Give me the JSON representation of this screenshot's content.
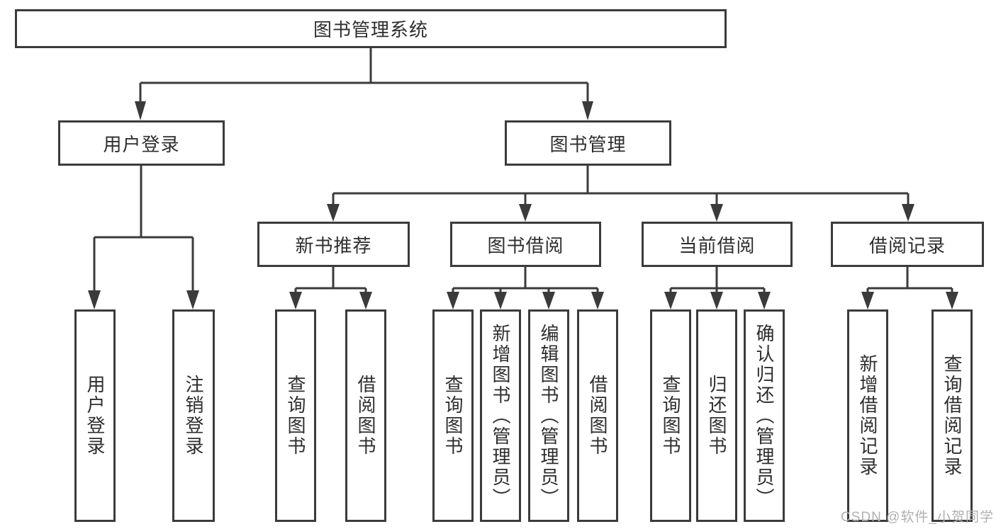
{
  "diagram": {
    "title": "图书管理系统",
    "colors": {
      "line": "#3b3b3b",
      "box_border": "#3b3b3b",
      "text": "#2e2e2e",
      "background": "#ffffff",
      "watermark": "#b0b0b0"
    },
    "nodes": {
      "root": {
        "label": "图书管理系统"
      },
      "level2": [
        {
          "label": "用户登录"
        },
        {
          "label": "图书管理"
        }
      ],
      "level3": [
        {
          "label": "新书推荐",
          "parent": "图书管理"
        },
        {
          "label": "图书借阅",
          "parent": "图书管理"
        },
        {
          "label": "当前借阅",
          "parent": "图书管理"
        },
        {
          "label": "借阅记录",
          "parent": "图书管理"
        }
      ],
      "leaves": [
        {
          "label": "用户登录",
          "parent": "用户登录"
        },
        {
          "label": "注销登录",
          "parent": "用户登录"
        },
        {
          "label": "查询图书",
          "parent": "新书推荐"
        },
        {
          "label": "借阅图书",
          "parent": "新书推荐"
        },
        {
          "label": "查询图书",
          "parent": "图书借阅"
        },
        {
          "label": "新增图书（管理员）",
          "parent": "图书借阅"
        },
        {
          "label": "编辑图书（管理员）",
          "parent": "图书借阅"
        },
        {
          "label": "借阅图书",
          "parent": "图书借阅"
        },
        {
          "label": "查询图书",
          "parent": "当前借阅"
        },
        {
          "label": "归还图书",
          "parent": "当前借阅"
        },
        {
          "label": "确认归还（管理员）",
          "parent": "当前借阅"
        },
        {
          "label": "新增借阅记录",
          "parent": "借阅记录"
        },
        {
          "label": "查询借阅记录",
          "parent": "借阅记录"
        }
      ]
    }
  },
  "watermark": {
    "text": "CSDN @软件_小贺同学"
  }
}
